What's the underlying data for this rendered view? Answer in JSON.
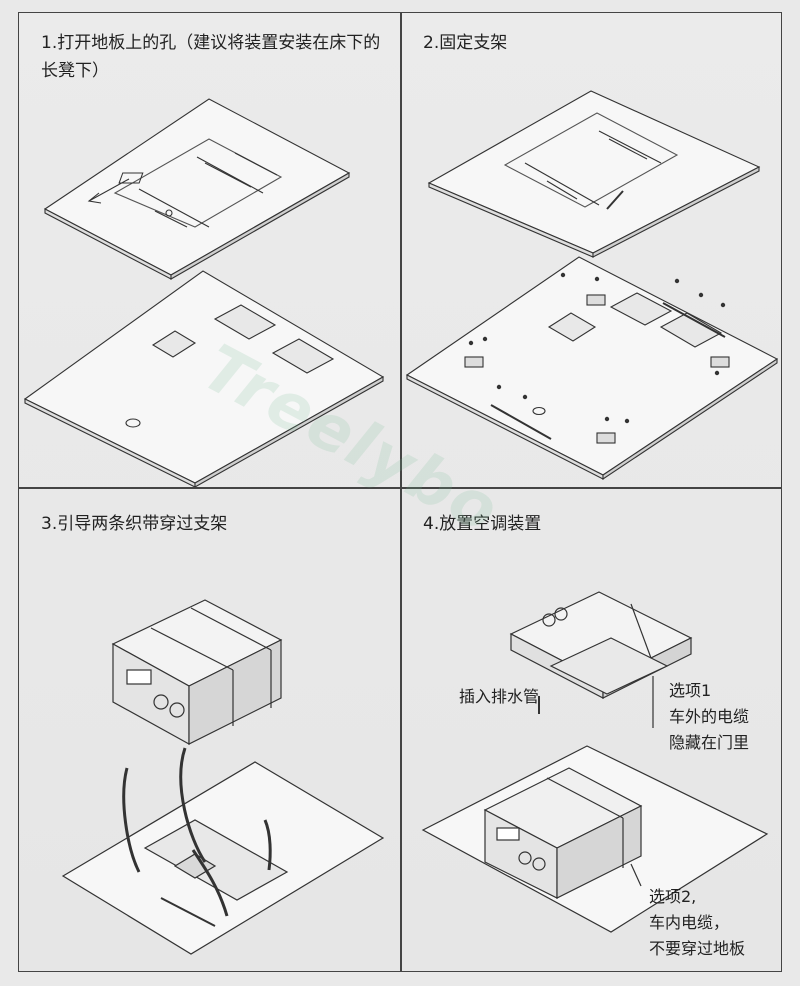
{
  "watermark": "Treelybo",
  "steps": [
    {
      "title": "1.打开地板上的孔（建议将装置安装在床下的长凳下）"
    },
    {
      "title": "2.固定支架"
    },
    {
      "title": "3.引导两条织带穿过支架"
    },
    {
      "title": "4.放置空调装置"
    }
  ],
  "callouts": {
    "drain": "插入排水管",
    "option1": "选项1\n车外的电缆\n隐藏在门里",
    "option2": "选项2,\n车内电缆，\n不要穿过地板"
  },
  "icons": {
    "arrow": "left-arrow-icon",
    "screw": "screw-icon"
  }
}
